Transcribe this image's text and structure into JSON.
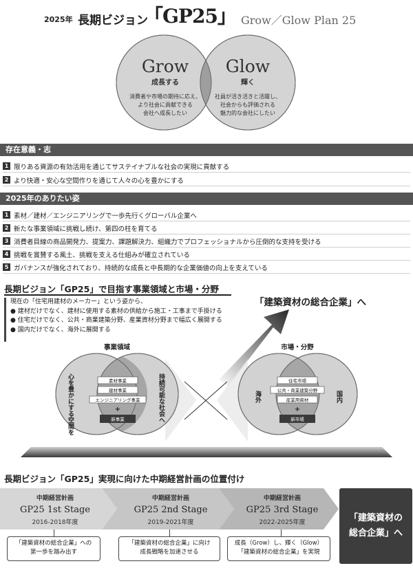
{
  "header": {
    "year": "2025年",
    "title": "長期ビジョン",
    "bracket": "「GP25」",
    "subtitle": "Grow／Glow Plan 25"
  },
  "venn_top": {
    "left_title": "Grow",
    "left_sub": "成長する",
    "left_lines": [
      "消費者や市場の期待に応え、",
      "より社会に貢献できる",
      "会社へ成長したい"
    ],
    "right_title": "Glow",
    "right_sub": "輝く",
    "right_lines": [
      "社員が活き活きと活躍し、",
      "社会からも評価される",
      "魅力的な会社にしたい"
    ]
  },
  "purpose": {
    "heading": "存在意義・志",
    "items": [
      {
        "num": "1",
        "text": "限りある資源の有効活用を通じてサステイナブルな社会の実現に貢献する"
      },
      {
        "num": "2",
        "text": "より快適・安心な空間作りを通じて人々の心を豊かにする"
      }
    ]
  },
  "ideal": {
    "heading": "2025年のありたい姿",
    "items": [
      {
        "num": "1",
        "text": "素材／建材／エンジニアリングで一歩先行くグローバル企業へ"
      },
      {
        "num": "2",
        "text": "新たな事業領域に挑戦し続け、第四の柱を育てる"
      },
      {
        "num": "3",
        "text": "消費者目線の商品開発力、提案力、課題解決力、組織力でプロフェッショナルから圧倒的な支持を受ける"
      },
      {
        "num": "4",
        "text": "挑戦を賞賛する風土、挑戦を支える仕組みが確立されている"
      },
      {
        "num": "5",
        "text": "ガバナンスが強化されており、持続的な成長と中長期的な企業価値の向上を支えている"
      }
    ]
  },
  "vision": {
    "heading": "長期ビジョン「GP25」で目指す事業領域と市場・分野",
    "intro": "現在の「住宅用建材のメーカー」という姿から、",
    "bullets": [
      "建材だけでなく、建材に使用する素材の供給から施工・工事まで手掛ける",
      "住宅だけでなく、公共・商業建築分野、産業資材分野まで幅広く展開する",
      "国内だけでなく、海外に展開する"
    ],
    "goal": "「建築資材の総合企業」へ"
  },
  "business_venn": {
    "title": "事業領域",
    "left_label": "心を豊かにする空間を",
    "right_label": "持続可能な社会へ",
    "boxes": [
      "素材事業",
      "建材事業",
      "エンジニアリング事業"
    ],
    "plus": "+",
    "new_box": "新事業"
  },
  "market_venn": {
    "title": "市場・分野",
    "left_label": "海外",
    "right_label": "国内",
    "boxes": [
      "住宅市場",
      "公共・商業建築分野",
      "産業用資材"
    ],
    "plus": "+",
    "new_box": "新市場"
  },
  "stages": {
    "heading": "長期ビジョン「GP25」実現に向けた中期経営計画の位置付け",
    "items": [
      {
        "name": "中期経営計画",
        "title": "GP25 1st Stage",
        "years": "2016-2018年度",
        "note": [
          "「建築資材の総合企業」への",
          "第一歩を踏み出す"
        ]
      },
      {
        "name": "中期経営計画",
        "title": "GP25 2nd Stage",
        "years": "2019-2021年度",
        "note": [
          "「建築資材の総合企業」に向け",
          "成長戦略を加速させる"
        ]
      },
      {
        "name": "中期経営計画",
        "title": "GP25 3rd Stage",
        "years": "2022-2025年度",
        "note": [
          "成長（Grow）し、輝く（Glow）",
          "「建築資材の総合企業」を実現"
        ]
      }
    ],
    "final": [
      "「建築資材の",
      "総合企業」へ"
    ]
  },
  "colors": {
    "bar_dark": "#555555",
    "circle_fill": "#d0d0d0",
    "overlap_fill": "#9a9a9a",
    "final_box": "#3d3d3d"
  }
}
